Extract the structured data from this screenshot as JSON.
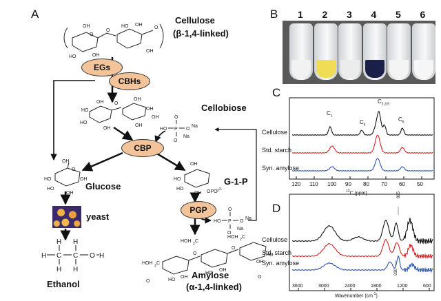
{
  "panel_labels": {
    "a": "A",
    "b": "B",
    "c": "C",
    "d": "D"
  },
  "scheme": {
    "cellulose_title": "Cellulose",
    "cellulose_linkage": "(β-1,4-linked)",
    "enzyme_egs": "EGs",
    "enzyme_cbhs": "CBHs",
    "cellobiose": "Cellobiose",
    "enzyme_cbp": "CBP",
    "enzyme_pgp": "PGP",
    "glucose": "Glucose",
    "yeast": "yeast",
    "g1p": "G-1-P",
    "ethanol": "Ethanol",
    "amylose": "Amylose",
    "amylose_linkage": "(α-1,4-linked)"
  },
  "tubes": {
    "numbers": [
      "1",
      "2",
      "3",
      "4",
      "5",
      "6"
    ],
    "fill_colors": [
      "#f2f2f2",
      "#f0dd55",
      "#ececec",
      "#1a2048",
      "#f4f4f4",
      "#f6f6f6"
    ]
  },
  "nmr": {
    "peak_labels": {
      "c1": "C",
      "c1_sub": "1",
      "c4": "C",
      "c4_sub": "4",
      "c235": "C",
      "c235_sub": "2,3,5",
      "c6": "C",
      "c6_sub": "6"
    },
    "ticks": [
      "120",
      "110",
      "100",
      "90",
      "80",
      "70",
      "60",
      "50"
    ],
    "xlabel_sup": "13",
    "xlabel": "C (ppm)",
    "series": [
      {
        "name": "Cellulose",
        "color": "#111111"
      },
      {
        "name": "Std. starch",
        "color": "#d42020"
      },
      {
        "name": "Syn. amylose",
        "color": "#2a55b0"
      }
    ]
  },
  "ir": {
    "ticks": [
      "3600",
      "3000",
      "2400",
      "1800",
      "1200",
      "600"
    ],
    "xlabel_pre": "Wavenumber (cm",
    "xlabel_sup": "-1",
    "xlabel_post": ")",
    "peak_labels": [
      "895",
      "930"
    ],
    "series": [
      {
        "name": "Cellulose",
        "color": "#111111"
      },
      {
        "name": "Std. starch",
        "color": "#d42020"
      },
      {
        "name": "Syn. amylose",
        "color": "#2a55b0"
      }
    ]
  }
}
